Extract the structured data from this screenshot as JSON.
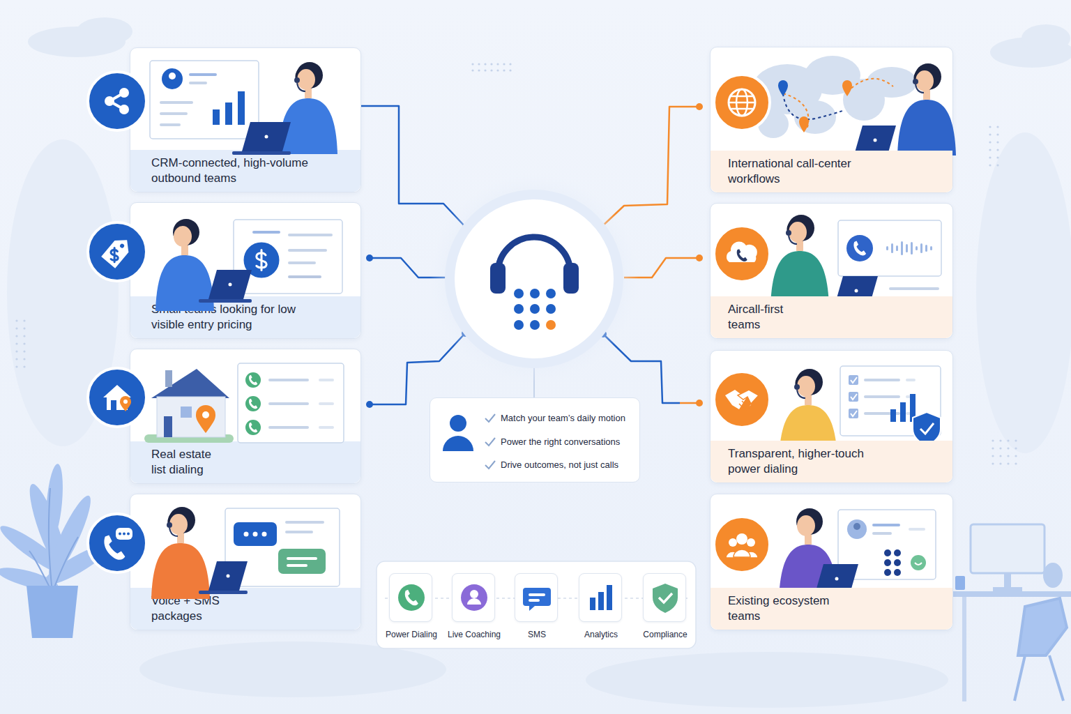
{
  "diagram": {
    "nodes": [
      {
        "text": [
          "CRM-connected, high-volume outbound teams"
        ]
      },
      {
        "text": [
          "Small teams looking for low visible entry pricing"
        ]
      },
      {
        "text": [
          "Real estate list dialing"
        ]
      },
      {
        "text": [
          "Voice + SMS packages"
        ]
      },
      {
        "text": [
          "International call-center workflows"
        ]
      },
      {
        "text": [
          "Aircall-first teams"
        ]
      },
      {
        "text": [
          "Transparent, higher-touch power dialing"
        ]
      },
      {
        "text": [
          "Existing ecosystem teams"
        ]
      },
      {
        "text": [
          "Match your team’s daily motion",
          "Power the right conversations",
          "Drive outcomes, not just calls"
        ]
      },
      {
        "text": [
          "Power Dialing"
        ]
      },
      {
        "text": [
          "Live Coaching"
        ]
      },
      {
        "text": [
          "SMS"
        ]
      },
      {
        "text": [
          "Analytics"
        ]
      },
      {
        "text": [
          "Compliance"
        ]
      }
    ]
  }
}
